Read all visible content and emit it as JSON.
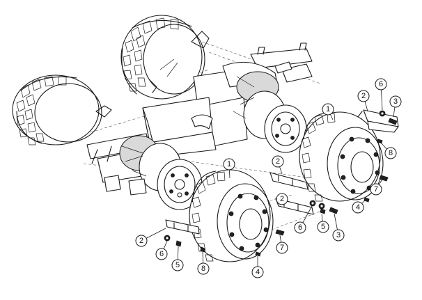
{
  "diagram": {
    "type": "exploded-parts-view",
    "callouts": [
      {
        "label": "1"
      },
      {
        "label": "2"
      },
      {
        "label": "6"
      },
      {
        "label": "3"
      },
      {
        "label": "8"
      },
      {
        "label": "7"
      },
      {
        "label": "4"
      },
      {
        "label": "1"
      },
      {
        "label": "2"
      },
      {
        "label": "2"
      },
      {
        "label": "6"
      },
      {
        "label": "5"
      },
      {
        "label": "3"
      },
      {
        "label": "7"
      },
      {
        "label": "2"
      },
      {
        "label": "6"
      },
      {
        "label": "5"
      },
      {
        "label": "8"
      },
      {
        "label": "4"
      }
    ]
  }
}
